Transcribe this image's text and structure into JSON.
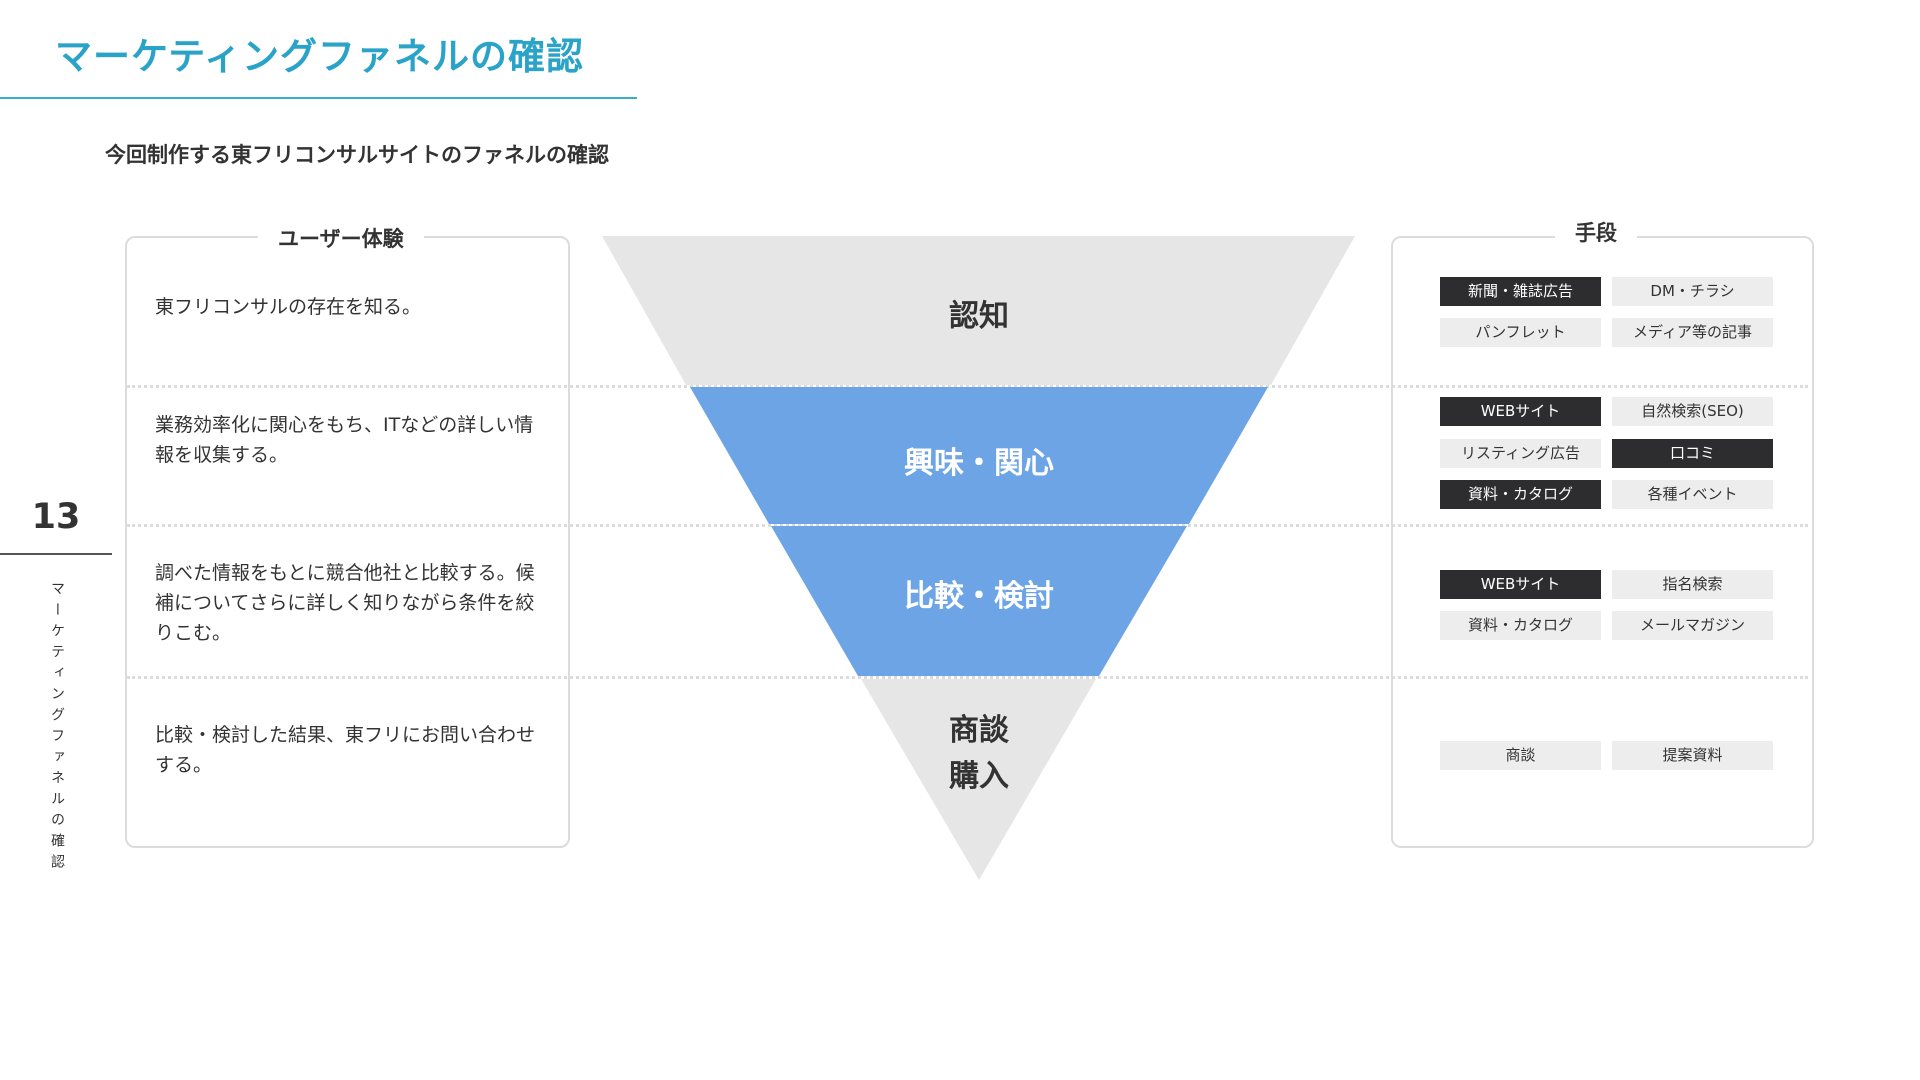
{
  "header": {
    "title": "マーケティングファネルの確認",
    "subtitle": "今回制作する東フリコンサルサイトのファネルの確認"
  },
  "sidebar": {
    "page_number": "13",
    "section_label": "マーケティングファネルの確認"
  },
  "left_panel": {
    "title": "ユーザー体験",
    "items": [
      "東フリコンサルの存在を知る。",
      "業務効率化に関心をもち、ITなどの詳しい情報を収集する。",
      "調べた情報をもとに競合他社と比較する。候補についてさらに詳しく知りながら条件を絞りこむ。",
      "比較・検討した結果、東フリにお問い合わせする。"
    ]
  },
  "funnel": {
    "colors": {
      "highlight": "#6ca4e6",
      "neutral": "#e6e6e6",
      "text_on_highlight": "#ffffff",
      "text_on_neutral": "#333333"
    },
    "stages": [
      {
        "label": "認知",
        "highlighted": false
      },
      {
        "label": "興味・関心",
        "highlighted": true
      },
      {
        "label": "比較・検討",
        "highlighted": true
      },
      {
        "label": "商談\n購入",
        "highlighted": false
      }
    ]
  },
  "right_panel": {
    "title": "手段",
    "groups": [
      [
        {
          "label": "新聞・雑誌広告",
          "style": "dark"
        },
        {
          "label": "DM・チラシ",
          "style": "light"
        },
        {
          "label": "パンフレット",
          "style": "light"
        },
        {
          "label": "メディア等の記事",
          "style": "light"
        }
      ],
      [
        {
          "label": "WEBサイト",
          "style": "dark"
        },
        {
          "label": "自然検索(SEO)",
          "style": "light"
        },
        {
          "label": "リスティング広告",
          "style": "light"
        },
        {
          "label": "口コミ",
          "style": "dark"
        },
        {
          "label": "資料・カタログ",
          "style": "dark"
        },
        {
          "label": "各種イベント",
          "style": "light"
        }
      ],
      [
        {
          "label": "WEBサイト",
          "style": "dark"
        },
        {
          "label": "指名検索",
          "style": "light"
        },
        {
          "label": "資料・カタログ",
          "style": "light"
        },
        {
          "label": "メールマガジン",
          "style": "light"
        }
      ],
      [
        {
          "label": "商談",
          "style": "light"
        },
        {
          "label": "提案資料",
          "style": "light"
        }
      ]
    ]
  }
}
